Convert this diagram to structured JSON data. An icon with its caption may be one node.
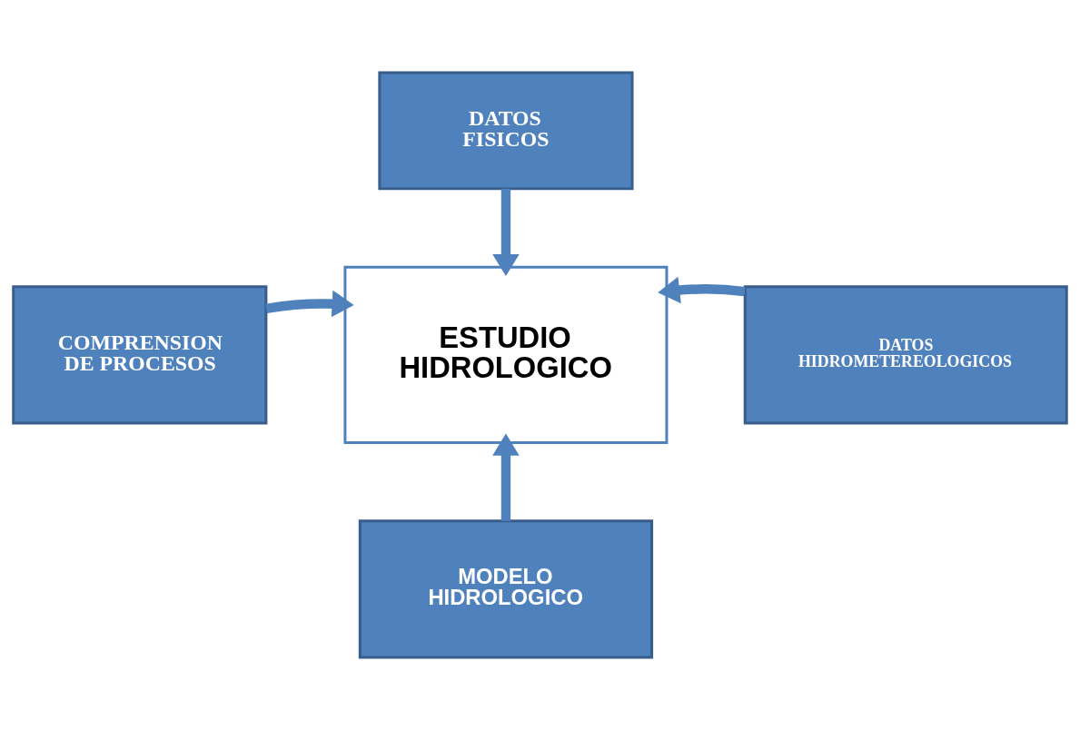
{
  "diagram": {
    "nodes": [
      {
        "text": [
          "DATOS FISICOS"
        ]
      },
      {
        "text": [
          "COMPRENSION DE PROCESOS"
        ]
      },
      {
        "text": [
          "ESTUDIO HIDROLOGICO"
        ]
      },
      {
        "text": [
          "DATOS HIDROMETEREOLOGICOS"
        ]
      },
      {
        "text": [
          "MODELO HIDROLOGICO"
        ]
      }
    ],
    "edges": [
      {
        "from": 0,
        "to": 2,
        "arrow": "to"
      },
      {
        "from": 1,
        "to": 2,
        "arrow": "to"
      },
      {
        "from": 3,
        "to": 2,
        "arrow": "to"
      },
      {
        "from": 4,
        "to": 2,
        "arrow": "to"
      }
    ]
  }
}
